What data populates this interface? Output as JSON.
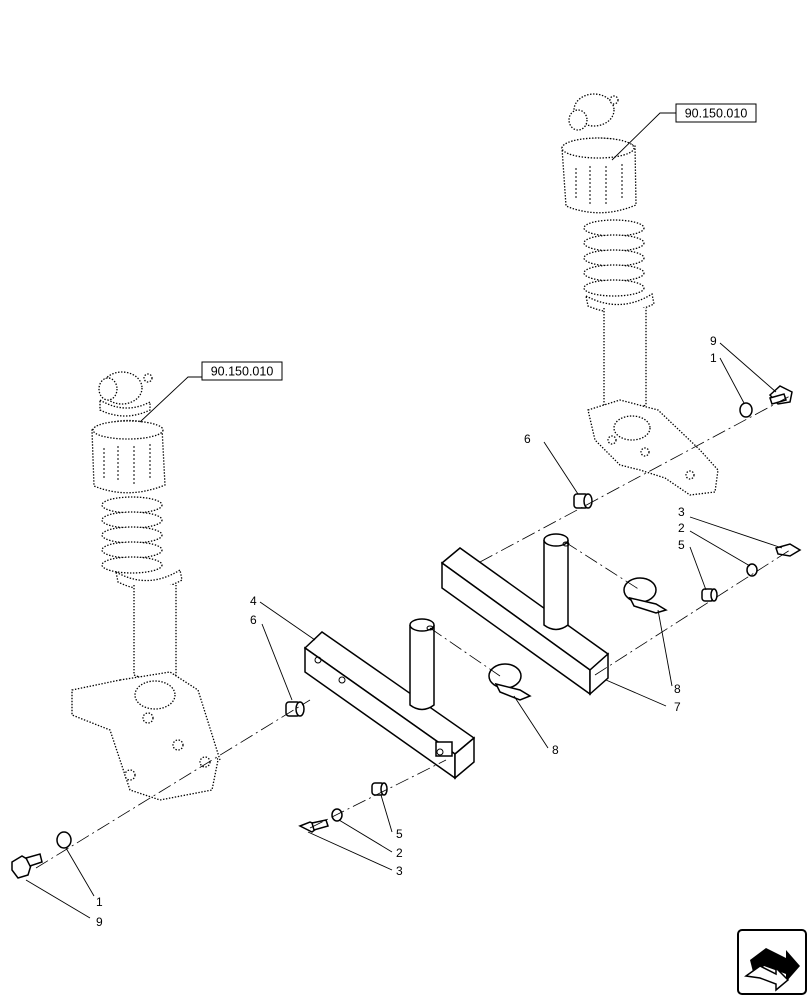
{
  "reference_boxes": [
    {
      "id": "ref-left",
      "label": "90.150.010"
    },
    {
      "id": "ref-right",
      "label": "90.150.010"
    }
  ],
  "callouts": {
    "left": {
      "bolt_bottom_num": "9",
      "washer_bottom_num": "1",
      "bracket_num": "4",
      "bushing_num": "6",
      "bushing_lower_num": "5",
      "washer_lower_num": "2",
      "bolt_lower_num": "3",
      "pin_num": "8"
    },
    "right": {
      "bolt_num": "9",
      "washer_num": "1",
      "bushing_num": "6",
      "bolt_lower_num": "3",
      "washer_lower_num": "2",
      "bushing_lower_num": "5",
      "pin_num": "8",
      "bracket_num": "7"
    }
  },
  "nav_icon": "next-page-arrow-icon"
}
